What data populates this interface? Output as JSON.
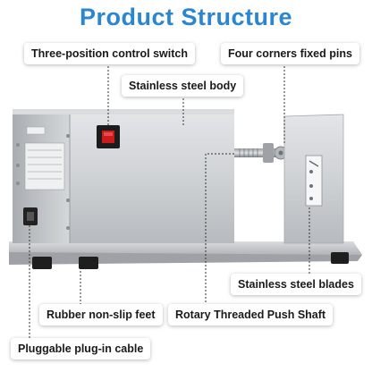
{
  "title": "Product Structure",
  "labels": {
    "control_switch": "Three-position control switch",
    "fixed_pins": "Four corners fixed pins",
    "body": "Stainless steel body",
    "blades": "Stainless steel blades",
    "feet": "Rubber non-slip feet",
    "shaft": "Rotary Threaded Push Shaft",
    "cable": "Pluggable plug-in cable"
  },
  "colors": {
    "title": "#2b86cf",
    "switch": "#cc1b1b",
    "steel": "#c9ccd0",
    "feet": "#1e1e1e"
  },
  "icons": [
    "power-switch-icon",
    "plug-socket-icon"
  ]
}
